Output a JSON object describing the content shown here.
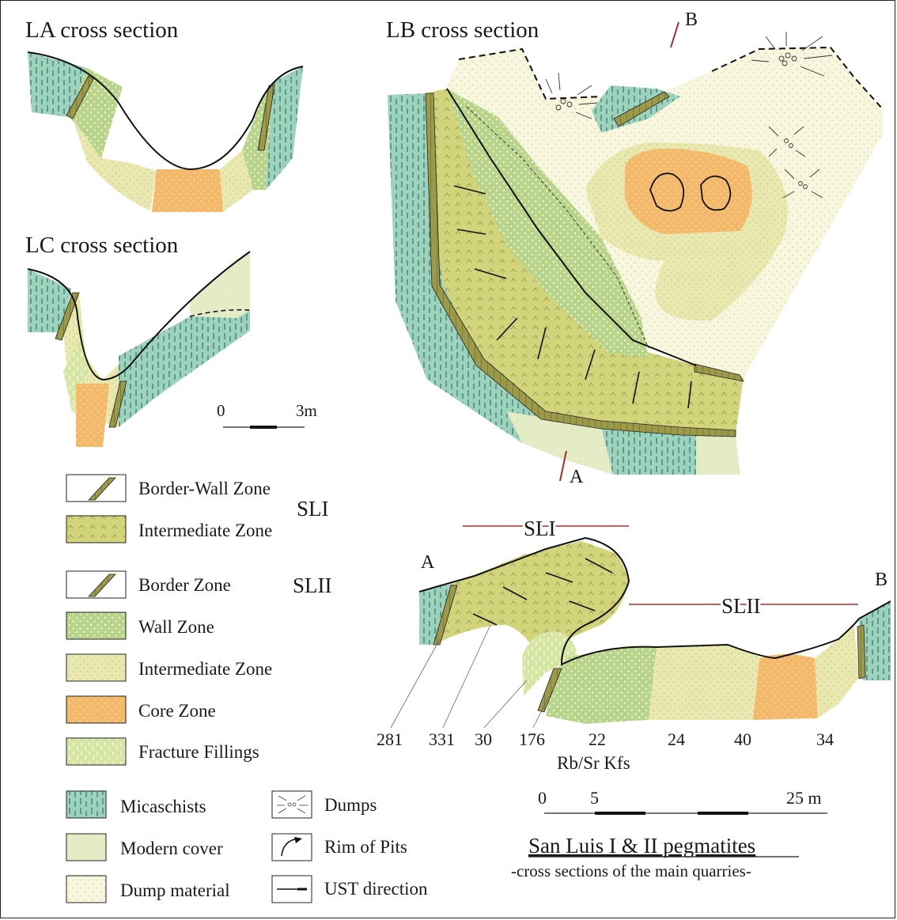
{
  "sections": {
    "la_title": "LA cross section",
    "lb_title": "LB cross section",
    "lc_title": "LC cross section"
  },
  "profile_points": {
    "a": "A",
    "b": "B"
  },
  "small_scale": {
    "zero": "0",
    "max": "3m"
  },
  "legend": {
    "sli": "SLI",
    "slii": "SLII",
    "border_wall": "Border-Wall Zone",
    "intermediate_sli": "Intermediate Zone",
    "border": "Border Zone",
    "wall": "Wall Zone",
    "intermediate_slii": "Intermediate Zone",
    "core": "Core Zone",
    "fracture": "Fracture Fillings",
    "micaschists": "Micaschists",
    "modern_cover": "Modern cover",
    "dump_material": "Dump material",
    "dumps": "Dumps",
    "rim_of_pits": "Rim of Pits",
    "ust": "UST direction"
  },
  "profile": {
    "sli_label": "SLI",
    "slii_label": "SLII",
    "rbsr_label": "Rb/Sr Kfs",
    "samples": [
      "281",
      "331",
      "30",
      "176",
      "22",
      "24",
      "40",
      "34"
    ]
  },
  "big_scale": {
    "zero": "0",
    "mid": "5",
    "max": "25 m"
  },
  "caption": {
    "title": "San Luis I & II pegmatites",
    "subtitle": "-cross sections of the main quarries-"
  },
  "colors": {
    "micaschist": "#9dd3be",
    "border_band": "#9c9a4a",
    "intermediate_sli": "#d2d47c",
    "wall": "#b8d48a",
    "intermediate_slii": "#e6eab0",
    "core": "#f3b86a",
    "fracture": "#d6e6a2",
    "modern_cover": "#e4ecc6",
    "dump": "#f6f7de",
    "rule": "#a03030"
  }
}
